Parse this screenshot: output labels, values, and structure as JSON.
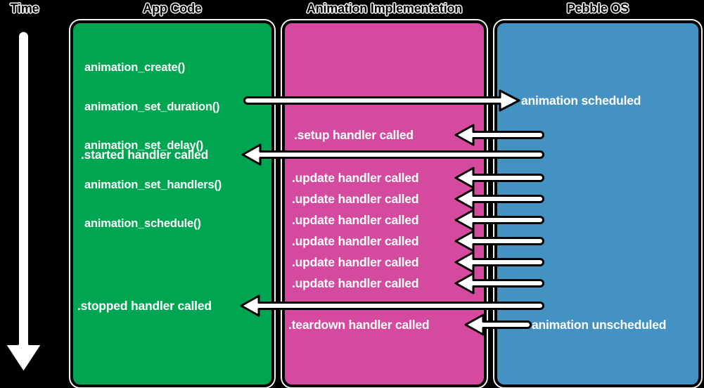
{
  "headers": {
    "time": "Time",
    "app_code": "App Code",
    "animation_implementation": "Animation Implementation",
    "pebble_os": "Pebble OS"
  },
  "colors": {
    "background": "#000000",
    "app_code_box": "#00A551",
    "animation_implementation_box": "#D44A9E",
    "pebble_os_box": "#4392C1",
    "box_border": "#000000",
    "box_halo": "#FFFFFF",
    "label_text": "#FFFFFF",
    "arrow_fill": "#FFFFFF",
    "arrow_outline": "#000000"
  },
  "app_code": {
    "api_calls": [
      "animation_create()",
      "animation_set_duration()",
      "animation_set_delay()",
      "animation_set_handlers()",
      "animation_schedule()"
    ],
    "started_label": ".started handler called",
    "stopped_label": ".stopped handler called"
  },
  "implementation": {
    "setup_label": ".setup handler called",
    "update_labels": [
      ".update handler called",
      ".update handler called",
      ".update handler called",
      ".update handler called",
      ".update handler called",
      ".update handler called"
    ],
    "teardown_label": ".teardown handler called"
  },
  "pebble_os": {
    "scheduled_label": "animation scheduled",
    "unscheduled_label": "animation unscheduled"
  }
}
